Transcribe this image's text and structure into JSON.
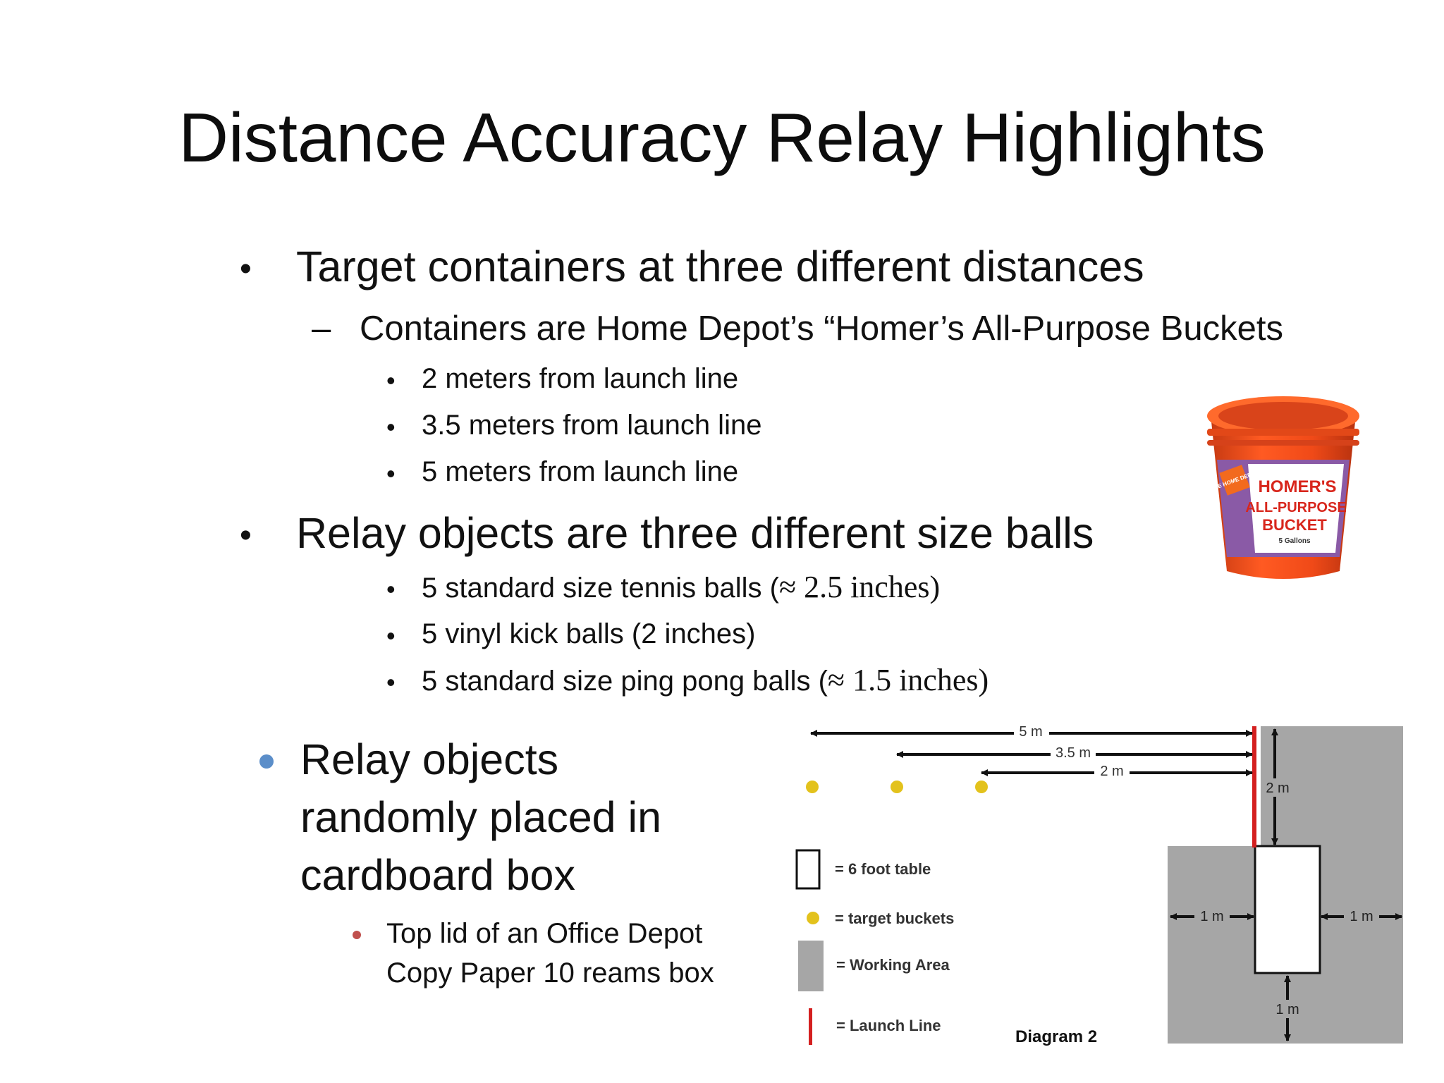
{
  "slide": {
    "title": "Distance Accuracy Relay Highlights",
    "bullets": {
      "b1": "Target containers at three different distances",
      "b1_sub": "Containers are Home Depot’s “Homer’s All-Purpose Buckets",
      "b1_items": [
        "2 meters from launch line",
        "3.5 meters from launch line",
        "5 meters from launch line"
      ],
      "b2": "Relay objects are three different size balls",
      "b2_items": [
        {
          "text": "5 standard size tennis balls (",
          "approx": "≈ 2.5 inches)"
        },
        {
          "text": "5 vinyl kick balls (2 inches)",
          "approx": ""
        },
        {
          "text": "5 standard size ping pong balls (",
          "approx": "≈ 1.5 inches)"
        }
      ],
      "b3_lines": [
        "Relay objects",
        "randomly placed in",
        "cardboard box"
      ],
      "b3_sub_lines": [
        "Top lid of an Office Depot",
        "Copy Paper 10 reams box"
      ]
    },
    "bucket": {
      "label_line1": "HOMER'S",
      "label_line2": "ALL-PURPOSE",
      "label_line3": "BUCKET",
      "label_line4": "5 Gallons",
      "logo_text": "THE HOME DEPOT"
    },
    "diagram": {
      "dist_5m": "5 m",
      "dist_35m": "3.5 m",
      "dist_2m": "2 m",
      "vertical_2m": "2 m",
      "side_1m_left": "1 m",
      "side_1m_right": "1 m",
      "bottom_1m": "1 m",
      "legend_table": "= 6 foot table",
      "legend_buckets": "= target buckets",
      "legend_working": "= Working Area",
      "legend_launch": "= Launch Line",
      "caption": "Diagram 2",
      "colors": {
        "working_area": "#a6a6a6",
        "launch_line": "#d42020",
        "bucket_dot": "#e3c21c"
      }
    }
  }
}
